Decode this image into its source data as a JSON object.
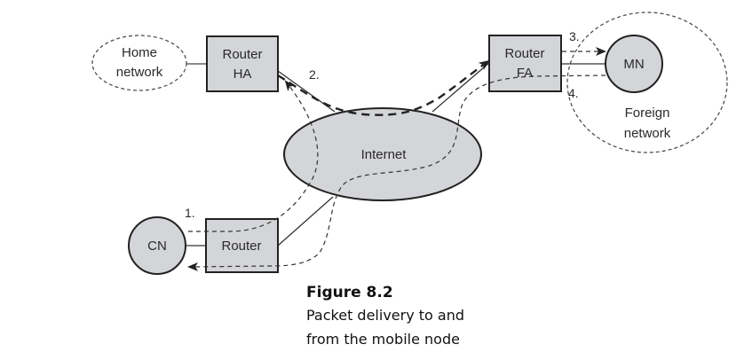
{
  "nodes": {
    "home_network": {
      "line1": "Home",
      "line2": "network"
    },
    "router_ha": {
      "line1": "Router",
      "line2": "HA"
    },
    "router_fa": {
      "line1": "Router",
      "line2": "FA"
    },
    "mn": {
      "label": "MN"
    },
    "foreign_network": {
      "line1": "Foreign",
      "line2": "network"
    },
    "internet": {
      "label": "Internet"
    },
    "cn": {
      "label": "CN"
    },
    "router_cn": {
      "label": "Router"
    }
  },
  "steps": {
    "s1": "1.",
    "s2": "2.",
    "s3": "3.",
    "s4": "4."
  },
  "caption": {
    "title": "Figure 8.2",
    "line1": "Packet delivery to and",
    "line2": "from the mobile node"
  },
  "colors": {
    "node_fill": "#d4d5d8",
    "stroke": "#222222"
  }
}
